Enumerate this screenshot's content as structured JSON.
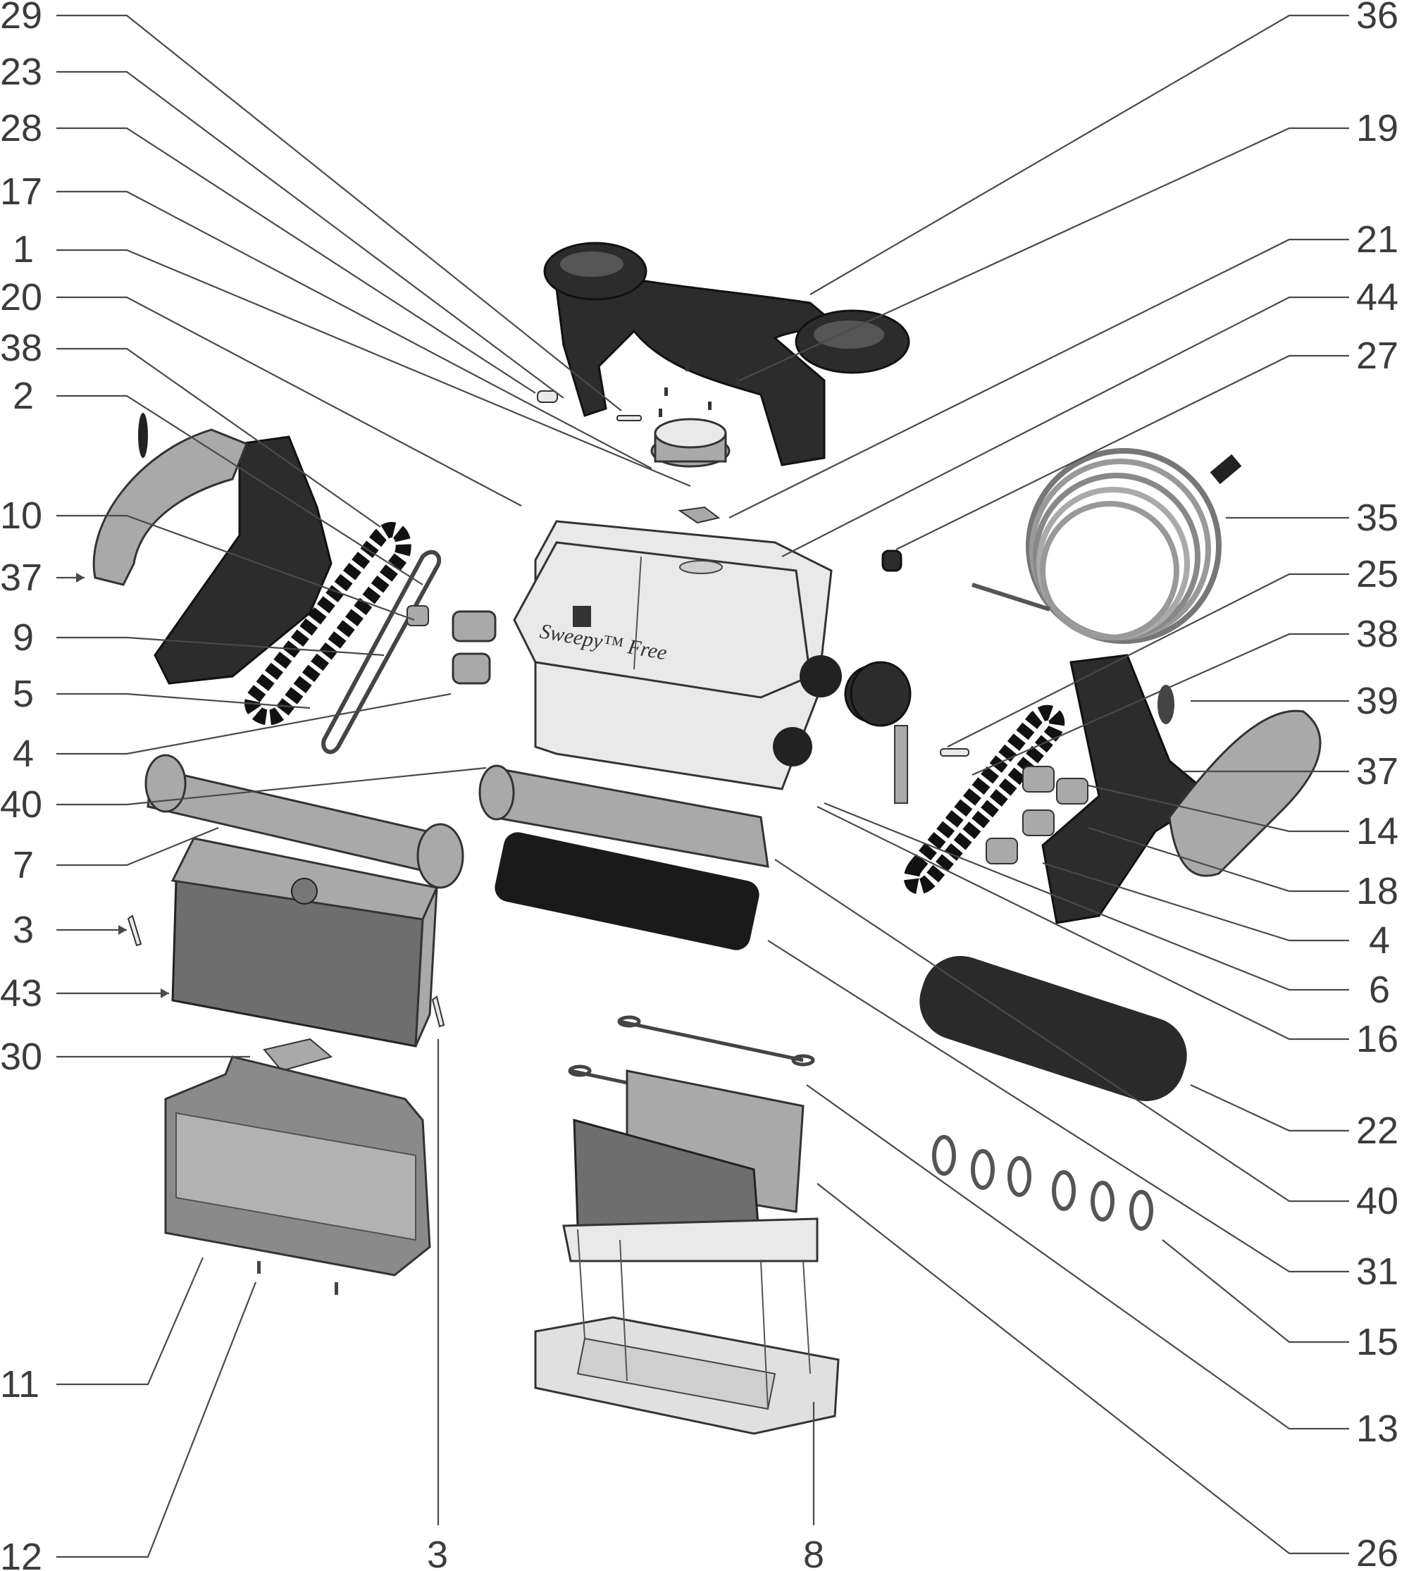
{
  "product_label": "Sweepy™ Free",
  "callouts": {
    "left": [
      {
        "id": "left-29",
        "number": "29"
      },
      {
        "id": "left-23",
        "number": "23"
      },
      {
        "id": "left-28",
        "number": "28"
      },
      {
        "id": "left-17",
        "number": "17"
      },
      {
        "id": "left-1",
        "number": "1"
      },
      {
        "id": "left-20",
        "number": "20"
      },
      {
        "id": "left-38",
        "number": "38"
      },
      {
        "id": "left-2",
        "number": "2"
      },
      {
        "id": "left-10",
        "number": "10"
      },
      {
        "id": "left-37",
        "number": "37"
      },
      {
        "id": "left-9",
        "number": "9"
      },
      {
        "id": "left-5",
        "number": "5"
      },
      {
        "id": "left-4",
        "number": "4"
      },
      {
        "id": "left-40",
        "number": "40"
      },
      {
        "id": "left-7",
        "number": "7"
      },
      {
        "id": "left-3",
        "number": "3"
      },
      {
        "id": "left-43",
        "number": "43"
      },
      {
        "id": "left-30",
        "number": "30"
      },
      {
        "id": "left-11",
        "number": "11"
      },
      {
        "id": "left-12",
        "number": "12"
      }
    ],
    "right": [
      {
        "id": "right-36",
        "number": "36"
      },
      {
        "id": "right-19",
        "number": "19"
      },
      {
        "id": "right-21",
        "number": "21"
      },
      {
        "id": "right-44",
        "number": "44"
      },
      {
        "id": "right-27",
        "number": "27"
      },
      {
        "id": "right-35",
        "number": "35"
      },
      {
        "id": "right-25",
        "number": "25"
      },
      {
        "id": "right-38",
        "number": "38"
      },
      {
        "id": "right-39",
        "number": "39"
      },
      {
        "id": "right-37",
        "number": "37"
      },
      {
        "id": "right-14",
        "number": "14"
      },
      {
        "id": "right-18",
        "number": "18"
      },
      {
        "id": "right-4",
        "number": "4"
      },
      {
        "id": "right-6",
        "number": "6"
      },
      {
        "id": "right-16",
        "number": "16"
      },
      {
        "id": "right-22",
        "number": "22"
      },
      {
        "id": "right-40",
        "number": "40"
      },
      {
        "id": "right-31",
        "number": "31"
      },
      {
        "id": "right-15",
        "number": "15"
      },
      {
        "id": "right-13",
        "number": "13"
      },
      {
        "id": "right-26",
        "number": "26"
      }
    ],
    "bottom": [
      {
        "id": "bottom-3",
        "number": "3"
      },
      {
        "id": "bottom-8",
        "number": "8"
      }
    ]
  }
}
